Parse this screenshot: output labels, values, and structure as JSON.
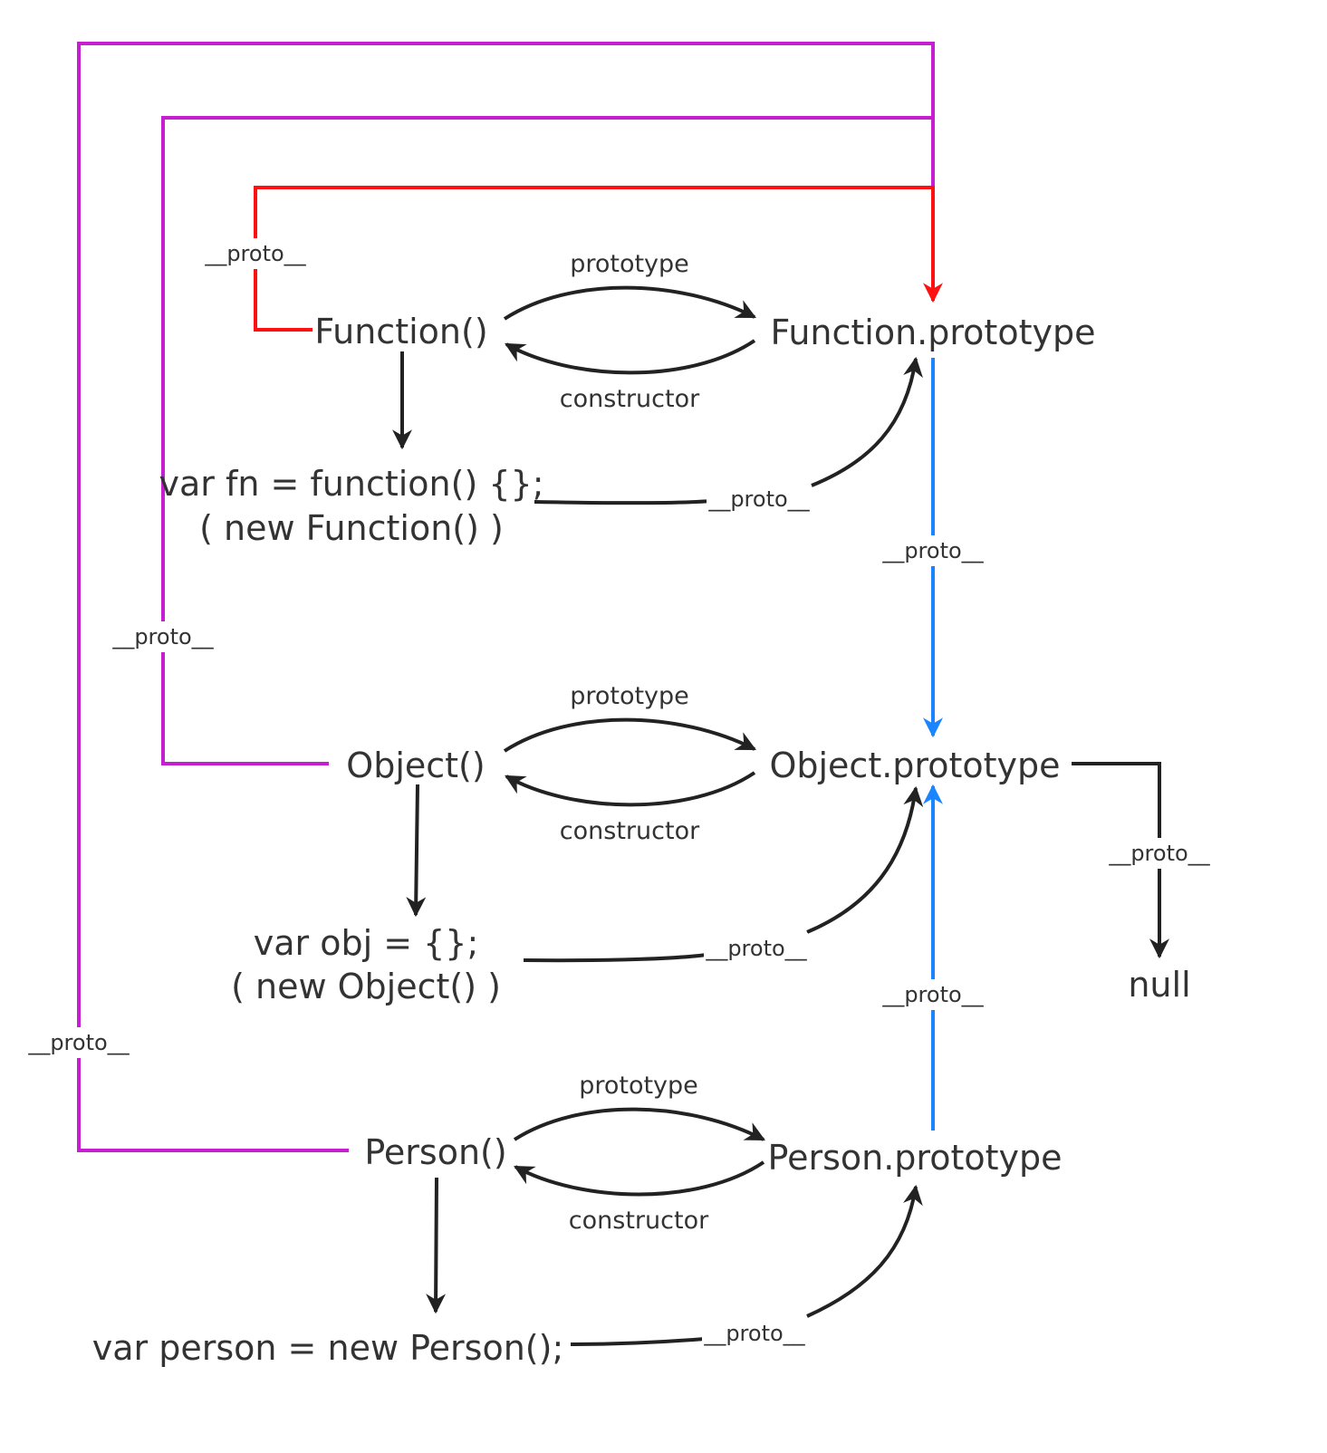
{
  "colors": {
    "text": "#333333",
    "black_arrow": "#222222",
    "magenta": "#c61fcf",
    "red": "#ff1111",
    "blue": "#1a85ff"
  },
  "nodes": {
    "function_ctor": "Function()",
    "function_proto": "Function.prototype",
    "fn_instance_line1": "var fn = function() {};",
    "fn_instance_line2": "( new Function() )",
    "object_ctor": "Object()",
    "object_proto": "Object.prototype",
    "obj_instance_line1": "var obj = {};",
    "obj_instance_line2": "( new Object() )",
    "null": "null",
    "person_ctor": "Person()",
    "person_proto": "Person.prototype",
    "person_instance": "var person = new Person();"
  },
  "labels": {
    "prototype": "prototype",
    "constructor": "constructor",
    "proto": "__proto__"
  }
}
